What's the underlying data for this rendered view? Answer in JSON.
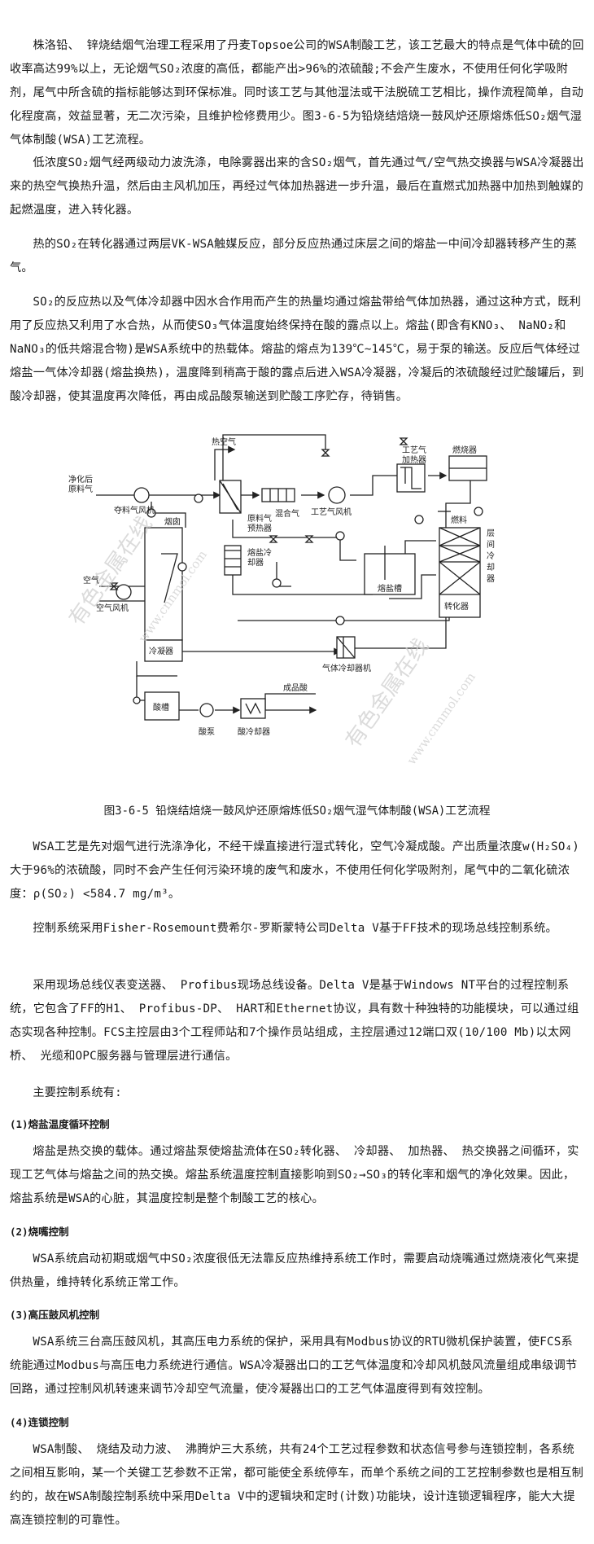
{
  "paragraphs": {
    "p1": "株洛铅、 锌烧结烟气治理工程采用了丹麦Topsoe公司的WSA制酸工艺，该工艺最大的特点是气体中硫的回收率高达99%以上，无论烟气SO₂浓度的高低，都能产出>96%的浓硫酸;不会产生废水，不使用任何化学吸附剂，尾气中所含硫的指标能够达到环保标准。同时该工艺与其他湿法或干法脱硫工艺相比，操作流程简单，自动化程度高，效益显著，无二次污染，且维护检修费用少。图3-6-5为铅烧结焙烧一鼓风炉还原熔炼低SO₂烟气湿气体制酸(WSA)工艺流程。",
    "p2": "低浓度SO₂烟气经两级动力波洗涤，电除雾器出来的含SO₂烟气，首先通过气/空气热交换器与WSA冷凝器出来的热空气换热升温，然后由主风机加压，再经过气体加热器进一步升温，最后在直燃式加热器中加热到触媒的起燃温度，进入转化器。",
    "p3": "热的SO₂在转化器通过两层VK-WSA触媒反应，部分反应热通过床层之间的熔盐一中间冷却器转移产生的蒸气。",
    "p4": "SO₂的反应热以及气体冷却器中因水合作用而产生的热量均通过熔盐带给气体加热器，通过这种方式，既利用了反应热又利用了水合热，从而使SO₃气体温度始终保持在酸的露点以上。熔盐(即含有KNO₃、 NaNO₂和NaNO₃的低共熔混合物)是WSA系统中的热载体。熔盐的熔点为139℃~145℃，易于泵的输送。反应后气体经过熔盐一气体冷却器(熔盐换热)，温度降到稍高于酸的露点后进入WSA冷凝器，冷凝后的浓硫酸经过贮酸罐后，到酸冷却器，使其温度再次降低，再由成品酸泵输送到贮酸工序贮存，待销售。",
    "p5": "WSA工艺是先对烟气进行洗涤净化，不经干燥直接进行湿式转化，空气冷凝成酸。产出质量浓度w(H₂SO₄)大于96%的浓硫酸，同时不会产生任何污染环境的废气和废水，不使用任何化学吸附剂，尾气中的二氧化硫浓度：ρ(SO₂) <584.7 mg/m³。",
    "p6": "控制系统采用Fisher-Rosemount费希尔-罗斯蒙特公司Delta V基于FF技术的现场总线控制系统。",
    "p7": "采用现场总线仪表变送器、 Profibus现场总线设备。Delta V是基于Windows NT平台的过程控制系统，它包含了FF的H1、 Profibus-DP、 HART和Ethernet协议，具有数十种独特的功能模块，可以通过组态实现各种控制。FCS主控层由3个工程师站和7个操作员站组成，主控层通过12端口双(10/100 Mb)以太网桥、 光缆和OPC服务器与管理层进行通信。",
    "p8": "主要控制系统有:",
    "p9": "熔盐是热交换的载体。通过熔盐泵使熔盐流体在SO₂转化器、 冷却器、 加热器、 热交换器之间循环，实现工艺气体与熔盐之间的热交换。熔盐系统温度控制直接影响到SO₂→SO₃的转化率和烟气的净化效果。因此，熔盐系统是WSA的心脏，其温度控制是整个制酸工艺的核心。",
    "p10": "WSA系统启动初期或烟气中SO₂浓度很低无法靠反应热维持系统工作时，需要启动烧嘴通过燃烧液化气来提供热量，维持转化系统正常工作。",
    "p11": "WSA系统三台高压鼓风机，其高压电力系统的保护，采用具有Modbus协议的RTU微机保护装置，使FCS系统能通过Modbus与高压电力系统进行通信。WSA冷凝器出口的工艺气体温度和冷却风机鼓风流量组成串级调节回路，通过控制风机转速来调节冷却空气流量，使冷凝器出口的工艺气体温度得到有效控制。",
    "p12": "WSA制酸、 烧结及动力波、 沸腾炉三大系统，共有24个工艺过程参数和状态信号参与连锁控制，各系统之间相互影响，某一个关键工艺参数不正常，都可能使全系统停车，而单个系统之间的工艺控制参数也是相互制约的，故在WSA制酸控制系统中采用Delta V中的逻辑块和定时(计数)功能块，设计连锁逻辑程序，能大大提高连锁控制的可靠性。"
  },
  "headings": {
    "h1": "(1)熔盐温度循环控制",
    "h2": "(2)烧嘴控制",
    "h3": "(3)高压鼓风机控制",
    "h4": "(4)连锁控制"
  },
  "figure": {
    "caption": "图3-6-5 铅烧结焙烧一鼓风炉还原熔炼低SO₂烟气湿气体制酸(WSA)工艺流程",
    "labels": {
      "hot_air": "热空气",
      "clean_gas_1": "净化后",
      "clean_gas_2": "原料气",
      "tail_fan": "夺料气风机",
      "chimney": "烟囱",
      "air": "空气",
      "air_fan": "空气风机",
      "condenser": "冷凝器",
      "feed_preheater_1": "原料气",
      "feed_preheater_2": "预热器",
      "mixed_gas": "混合气",
      "process_fan": "工艺气风机",
      "process_heater_1": "工艺气",
      "process_heater_2": "加热器",
      "burner": "燃烧器",
      "fuel": "燃料",
      "interbed_1": "层",
      "interbed_2": "间",
      "interbed_3": "冷",
      "interbed_4": "却",
      "interbed_5": "器",
      "converter": "转化器",
      "salt_cooler_1": "熔盐冷",
      "salt_cooler_2": "却器",
      "salt_tank": "熔盐槽",
      "gas_cooler": "气体冷却器机",
      "acid_tank": "酸槽",
      "acid_pump": "酸泵",
      "acid_cooler": "酸冷却器",
      "product_acid": "成品酸"
    },
    "watermark": {
      "line1": "有色金属在线",
      "line2": "www.cnnmol.com"
    }
  }
}
